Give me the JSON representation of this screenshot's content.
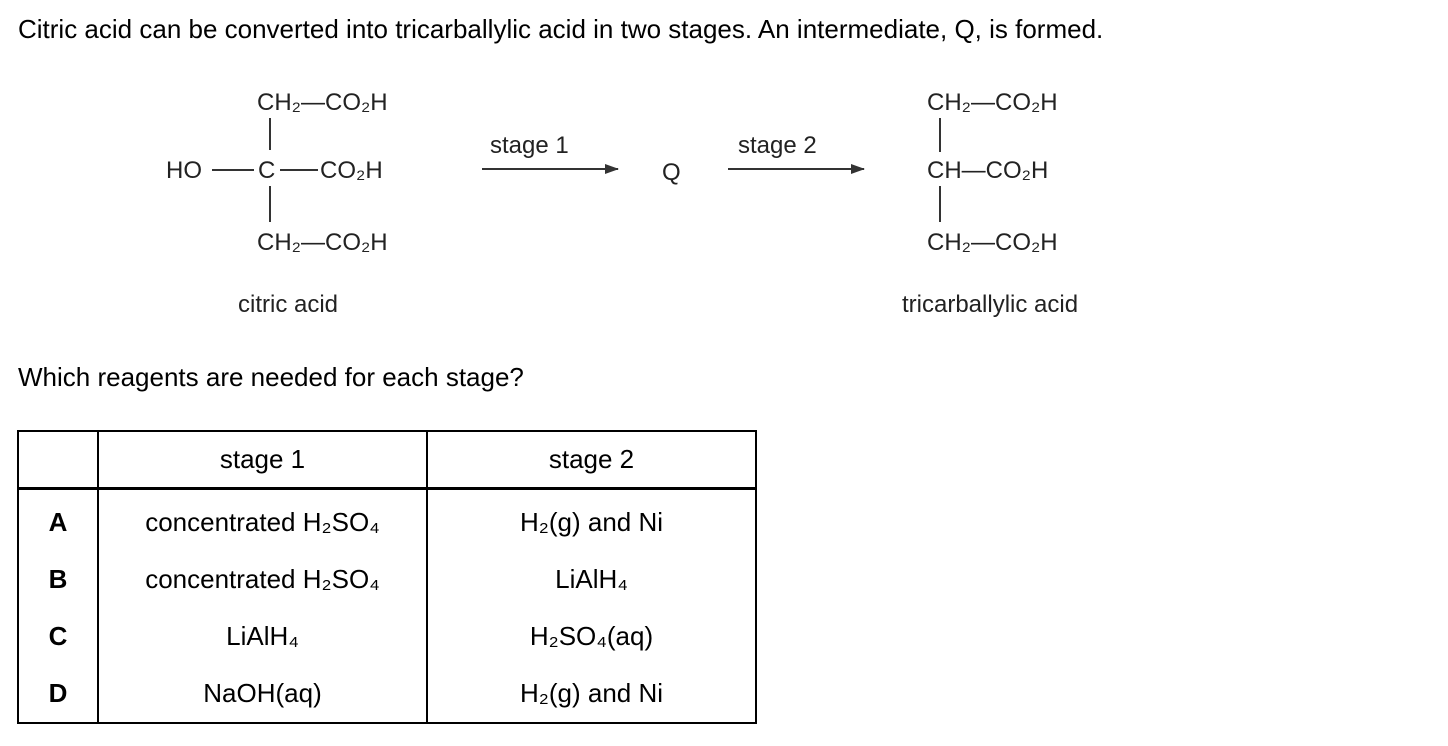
{
  "intro": "Citric acid can be converted into tricarballylic acid in two stages. An intermediate, Q, is formed.",
  "scheme": {
    "citric": {
      "top": "CH₂—CO₂H",
      "left": "HO",
      "centre": "C",
      "right": "CO₂H",
      "bottom": "CH₂—CO₂H",
      "name": "citric acid"
    },
    "arrow1_label": "stage 1",
    "intermediate": "Q",
    "arrow2_label": "stage 2",
    "tricarballylic": {
      "top": "CH₂—CO₂H",
      "middle": "CH—CO₂H",
      "bottom": "CH₂—CO₂H",
      "name": "tricarballylic acid"
    }
  },
  "question": "Which reagents are needed for each stage?",
  "table": {
    "headers": [
      "",
      "stage 1",
      "stage 2"
    ],
    "rows": [
      {
        "key": "A",
        "stage1": "concentrated H₂SO₄",
        "stage2": "H₂(g) and Ni"
      },
      {
        "key": "B",
        "stage1": "concentrated H₂SO₄",
        "stage2": "LiAlH₄"
      },
      {
        "key": "C",
        "stage1": "LiAlH₄",
        "stage2": "H₂SO₄(aq)"
      },
      {
        "key": "D",
        "stage1": "NaOH(aq)",
        "stage2": "H₂(g) and Ni"
      }
    ]
  }
}
